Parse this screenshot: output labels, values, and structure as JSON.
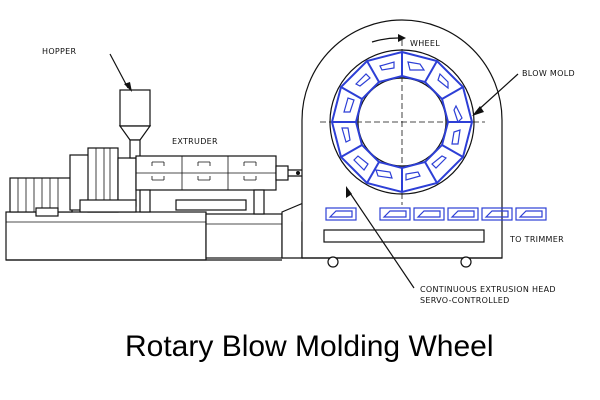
{
  "labels": {
    "hopper": "HOPPER",
    "extruder": "EXTRUDER",
    "wheel": "WHEEL",
    "blow_mold": "BLOW MOLD",
    "to_trimmer": "TO TRIMMER",
    "head_line1": "CONTINUOUS EXTRUSION HEAD",
    "head_line2": "SERVO-CONTROLLED"
  },
  "title": "Rotary Blow Molding Wheel",
  "colors": {
    "line": "#111111",
    "mold": "#2d3fd6",
    "background": "#ffffff"
  }
}
